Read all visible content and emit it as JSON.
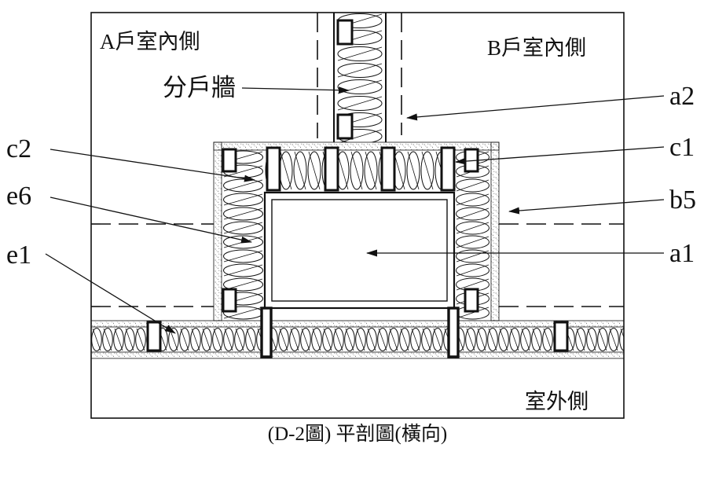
{
  "figure": {
    "caption": "(D-2圖) 平剖圖(橫向)"
  },
  "region_labels": {
    "unit_a_interior": "A戶室內側",
    "unit_b_interior": "B戶室內側",
    "party_wall": "分戶牆",
    "exterior_side": "室外側"
  },
  "callouts": {
    "c2": "c2",
    "e6": "e6",
    "e1": "e1",
    "a2": "a2",
    "c1": "c1",
    "b5": "b5",
    "a1": "a1"
  },
  "colors": {
    "ink": "#111111",
    "background": "#ffffff"
  }
}
